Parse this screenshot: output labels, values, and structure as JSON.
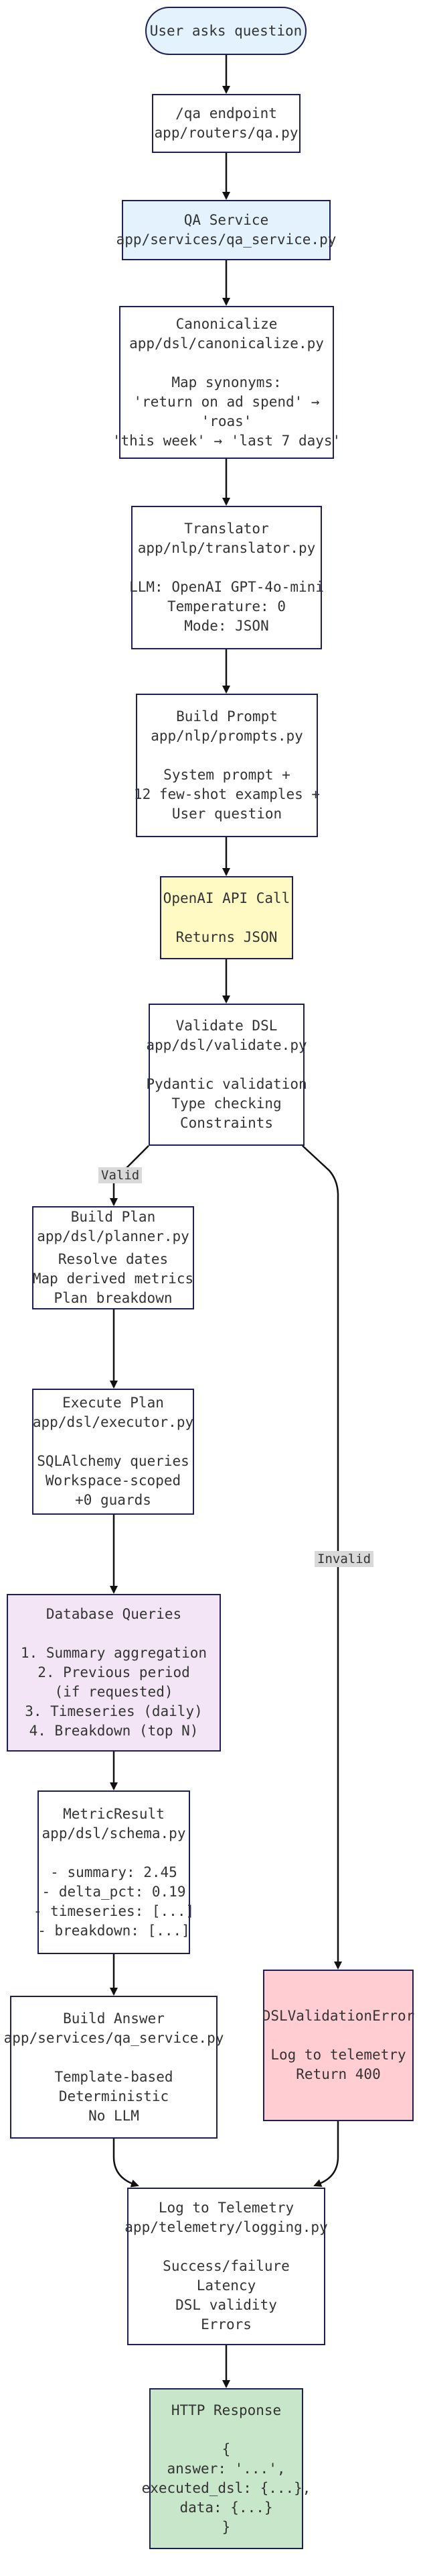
{
  "nodes": {
    "start": [
      "User asks question"
    ],
    "qa_endpoint": [
      "/qa endpoint",
      "app/routers/qa.py"
    ],
    "qa_service": [
      "QA Service",
      "app/services/qa_service.py"
    ],
    "canonicalize": [
      "Canonicalize",
      "app/dsl/canonicalize.py",
      "",
      "Map synonyms:",
      "'return on ad spend' →",
      "'roas'",
      "'this week' → 'last 7 days'"
    ],
    "translator": [
      "Translator",
      "app/nlp/translator.py",
      "",
      "LLM: OpenAI GPT-4o-mini",
      "Temperature: 0",
      "Mode: JSON"
    ],
    "build_prompt": [
      "Build Prompt",
      "app/nlp/prompts.py",
      "",
      "System prompt +",
      "12 few-shot examples +",
      "User question"
    ],
    "openai_call": [
      "OpenAI API Call",
      "",
      "Returns JSON"
    ],
    "validate_dsl": [
      "Validate DSL",
      "app/dsl/validate.py",
      "",
      "Pydantic validation",
      "Type checking",
      "Constraints"
    ],
    "build_plan": [
      "Build Plan",
      "app/dsl/planner.py",
      "",
      "Resolve dates",
      "Map derived metrics",
      "Plan breakdown"
    ],
    "execute_plan": [
      "Execute Plan",
      "app/dsl/executor.py",
      "",
      "SQLAlchemy queries",
      "Workspace-scoped",
      "+0 guards"
    ],
    "db_queries": [
      "Database Queries",
      "",
      "1. Summary aggregation",
      "2. Previous period (if requested)",
      "3. Timeseries (daily)",
      "4. Breakdown (top N)"
    ],
    "metric_result": [
      "MetricResult",
      "app/dsl/schema.py",
      "",
      "- summary: 2.45",
      "- delta_pct: 0.19",
      "- timeseries: [...]",
      "- breakdown: [...]"
    ],
    "build_answer": [
      "Build Answer",
      "app/services/qa_service.py",
      "",
      "Template-based",
      "Deterministic",
      "No LLM"
    ],
    "validation_error": [
      "DSLValidationError",
      "",
      "Log to telemetry",
      "Return 400"
    ],
    "telemetry": [
      "Log to Telemetry",
      "app/telemetry/logging.py",
      "",
      "Success/failure",
      "Latency",
      "DSL validity",
      "Errors"
    ],
    "http_response": [
      "HTTP Response",
      "",
      "{",
      "answer: '...',",
      "executed_dsl: {...},",
      "data: {...}",
      "}"
    ]
  },
  "edge_labels": {
    "valid": "Valid",
    "invalid": "Invalid"
  },
  "colors": {
    "stroke": "#1f1f57",
    "edge": "#111111",
    "blue": "#e3f2fd",
    "yellow": "#fff9c4",
    "purple": "#f3e5f5",
    "pink": "#ffcdd2",
    "green": "#c8e6c9"
  }
}
